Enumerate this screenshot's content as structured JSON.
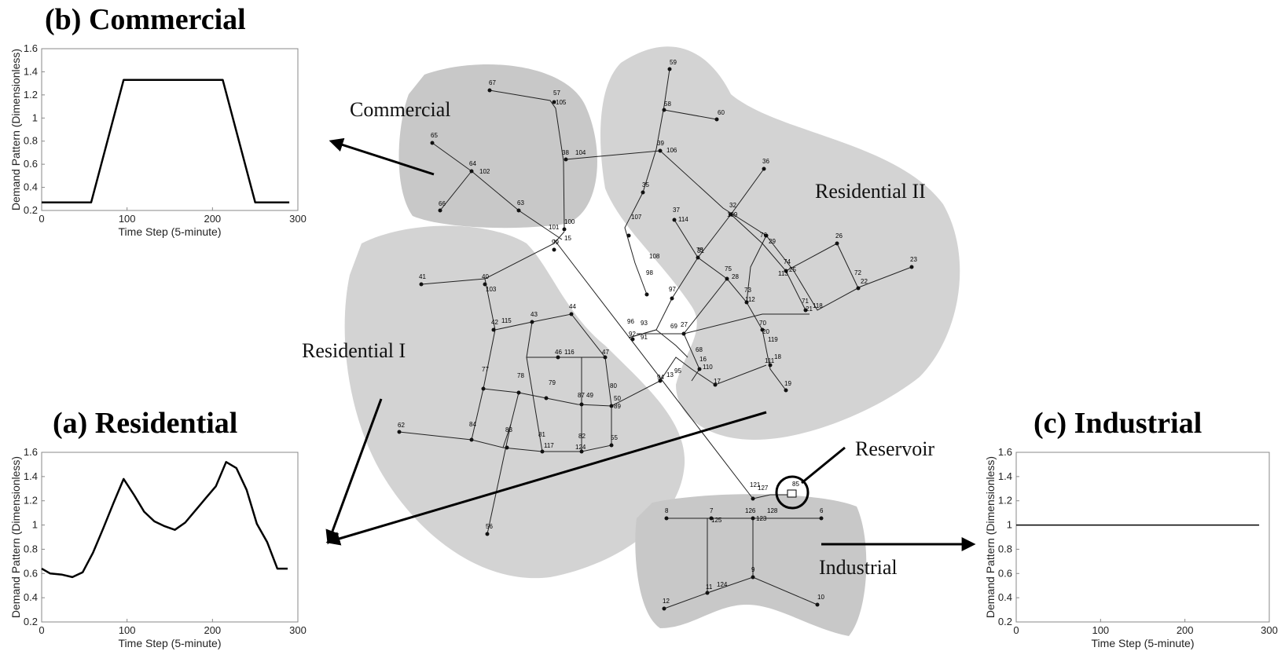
{
  "chart_data": [
    {
      "type": "line",
      "title": "(b) Commercial",
      "xlabel": "Time Step (5-minute)",
      "ylabel": "Demand Pattern (Dimensionless)",
      "xlim": [
        0,
        300
      ],
      "ylim": [
        0.2,
        1.6
      ],
      "xticks": [
        "0",
        "100",
        "200",
        "300"
      ],
      "yticks": [
        "0.2",
        "0.4",
        "0.6",
        "0.8",
        "1",
        "1.2",
        "1.4",
        "1.6"
      ],
      "x": [
        0,
        58,
        96,
        212,
        250,
        290
      ],
      "y": [
        0.27,
        0.27,
        1.33,
        1.33,
        0.27,
        0.27
      ]
    },
    {
      "type": "line",
      "title": "(a) Residential",
      "xlabel": "Time Step (5-minute)",
      "ylabel": "Demand Pattern (Dimensionless)",
      "xlim": [
        0,
        300
      ],
      "ylim": [
        0.2,
        1.6
      ],
      "xticks": [
        "0",
        "100",
        "200",
        "300"
      ],
      "yticks": [
        "0.2",
        "0.4",
        "0.6",
        "0.8",
        "1",
        "1.2",
        "1.4",
        "1.6"
      ],
      "x": [
        0,
        10,
        24,
        36,
        48,
        60,
        72,
        84,
        96,
        108,
        120,
        132,
        144,
        156,
        168,
        180,
        192,
        204,
        216,
        228,
        240,
        252,
        264,
        276,
        288
      ],
      "y": [
        0.64,
        0.6,
        0.59,
        0.57,
        0.61,
        0.77,
        0.97,
        1.18,
        1.38,
        1.25,
        1.11,
        1.03,
        0.99,
        0.96,
        1.02,
        1.12,
        1.22,
        1.32,
        1.52,
        1.47,
        1.29,
        1.01,
        0.86,
        0.64,
        0.64
      ]
    },
    {
      "type": "line",
      "title": "(c) Industrial",
      "xlabel": "Time Step (5-minute)",
      "ylabel": "Demand Pattern (Dimensionless)",
      "xlim": [
        0,
        300
      ],
      "ylim": [
        0.2,
        1.6
      ],
      "xticks": [
        "0",
        "100",
        "200",
        "300"
      ],
      "yticks": [
        "0.2",
        "0.4",
        "0.6",
        "0.8",
        "1",
        "1.2",
        "1.4",
        "1.6"
      ],
      "x": [
        0,
        288
      ],
      "y": [
        1.0,
        1.0
      ]
    }
  ],
  "zones": {
    "commercial": "Commercial",
    "residential_1": "Residential I",
    "residential_2": "Residential II",
    "industrial": "Industrial",
    "reservoir": "Reservoir"
  },
  "network": {
    "node_labels": [
      "59",
      "58",
      "60",
      "67",
      "57",
      "105",
      "65",
      "64",
      "102",
      "66",
      "38",
      "104",
      "39",
      "106",
      "36",
      "35",
      "37",
      "114",
      "32",
      "109",
      "63",
      "101",
      "100",
      "99",
      "75",
      "41",
      "40",
      "103",
      "107",
      "108",
      "98",
      "31",
      "76",
      "29",
      "74",
      "25",
      "26",
      "72",
      "22",
      "23",
      "75",
      "28",
      "73",
      "112",
      "113",
      "71",
      "21",
      "118",
      "97",
      "96",
      "93",
      "91",
      "92",
      "69",
      "27",
      "20",
      "119",
      "70",
      "68",
      "16",
      "110",
      "111",
      "18",
      "19",
      "17",
      "42",
      "115",
      "43",
      "44",
      "46",
      "116",
      "47",
      "77",
      "78",
      "79",
      "87",
      "49",
      "80",
      "50",
      "89",
      "84",
      "83",
      "81",
      "82",
      "55",
      "62",
      "85",
      "117",
      "124",
      "56",
      "94",
      "13",
      "95",
      "121",
      "127",
      "123",
      "126",
      "125",
      "128",
      "8",
      "7",
      "6",
      "9",
      "11",
      "124",
      "12",
      "10",
      "15"
    ]
  }
}
